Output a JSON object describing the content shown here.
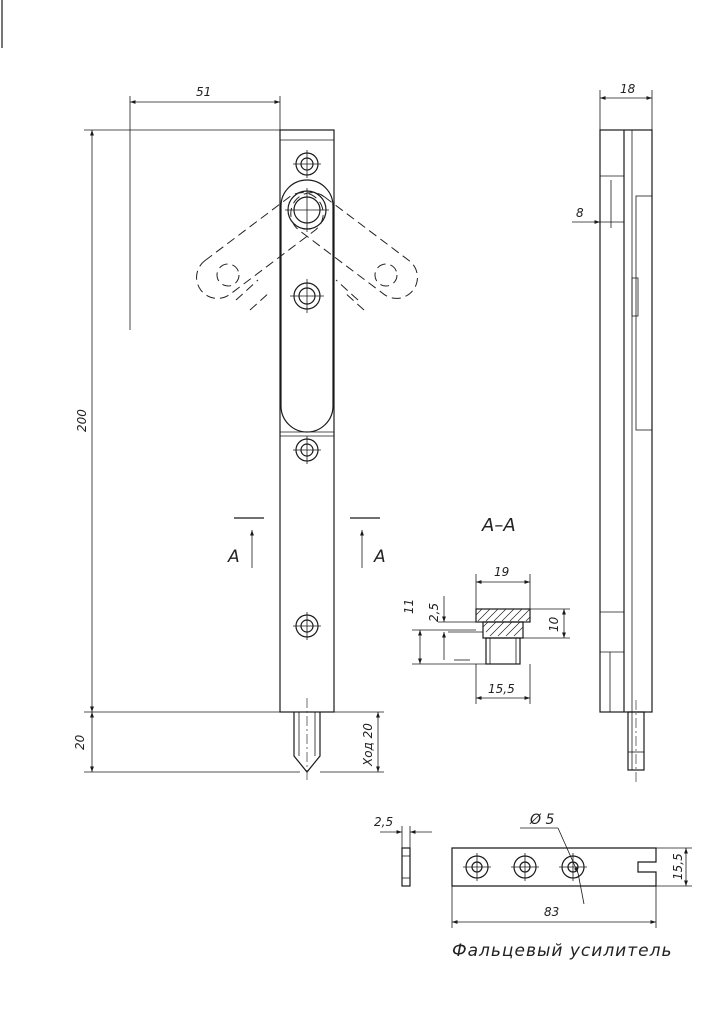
{
  "dims": {
    "width_51": "51",
    "height_200": "200",
    "bottom_20": "20",
    "stroke": "Ход 20",
    "side_18": "18",
    "side_8": "8",
    "sec_19": "19",
    "sec_11": "11",
    "sec_2_5": "2,5",
    "sec_10": "10",
    "sec_15_5": "15,5",
    "plate_thickness": "2,5",
    "hole_diameter": "Ø 5",
    "plate_length": "83",
    "plate_height": "15,5"
  },
  "labels": {
    "section_left": "A",
    "section_right": "A",
    "section_title": "A–A",
    "caption": "Фальцевый усилитель"
  }
}
